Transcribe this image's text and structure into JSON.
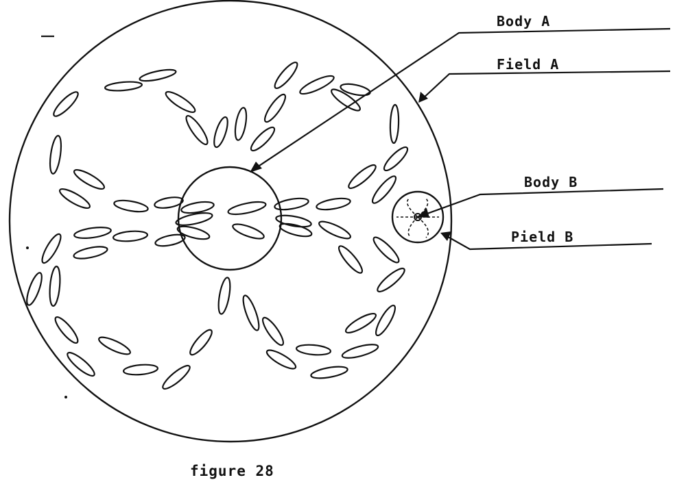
{
  "labels": {
    "body_a": "Body A",
    "field_a": "Field A",
    "body_b": "Body B",
    "field_b": "Pield B"
  },
  "caption": "figure 28",
  "colors": {
    "ink": "#111111",
    "background": "#ffffff"
  }
}
